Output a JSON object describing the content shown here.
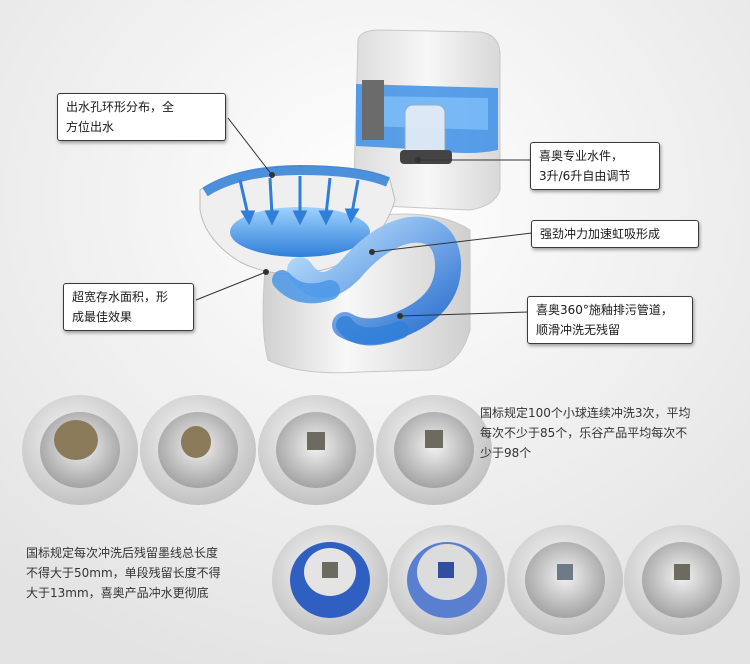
{
  "callouts": {
    "outlet_holes": {
      "line1": "出水孔环形分布，全",
      "line2": "方位出水"
    },
    "valve": {
      "line1": "喜奥专业水件，",
      "line2": "3升/6升自由调节"
    },
    "siphon": {
      "line1": "强劲冲力加速虹吸形成"
    },
    "water_area": {
      "line1": "超宽存水面积，形",
      "line2": "成最佳效果"
    },
    "trapway": {
      "line1": "喜奥360°施釉排污管道，",
      "line2": "顺滑冲洗无残留"
    }
  },
  "ball_test": {
    "line1": "国标规定100个小球连续冲洗3次，平均",
    "line2": "每次不少于85个，乐谷产品平均每次不",
    "line3": "少于98个"
  },
  "ink_test": {
    "line1": "国标规定每次冲洗后残留墨线总长度",
    "line2": "不得大于50mm，单段残留长度不得",
    "line3": "大于13mm，喜奥产品冲水更彻底"
  },
  "colors": {
    "water_blue": "#2f7fd8",
    "ceramic": "#f2f2f2",
    "callout_border": "#3a3a3a"
  }
}
